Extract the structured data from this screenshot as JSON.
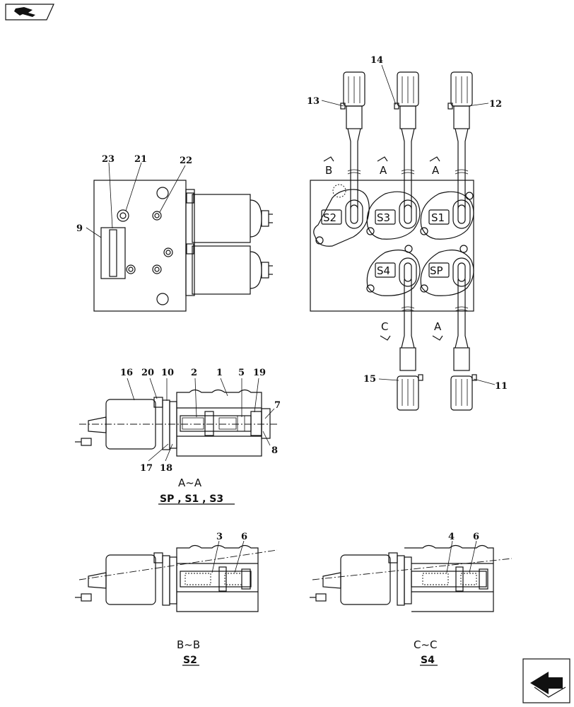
{
  "callouts": {
    "c1": "1",
    "c2": "2",
    "c3": "3",
    "c4": "4",
    "c5": "5",
    "c6": "6",
    "c7": "7",
    "c8": "8",
    "c9": "9",
    "c10": "10",
    "c11": "11",
    "c12": "12",
    "c13": "13",
    "c14": "14",
    "c15": "15",
    "c16": "16",
    "c17": "17",
    "c18": "18",
    "c19": "19",
    "c20": "20",
    "c21": "21",
    "c22": "22",
    "c23": "23"
  },
  "section_marks": {
    "b_top": "B",
    "a_top_1": "A",
    "a_top_2": "A",
    "c_bottom": "C",
    "a_bottom": "A"
  },
  "valve_labels": {
    "s2": "S2",
    "s3": "S3",
    "s1": "S1",
    "s4": "S4",
    "sp": "SP"
  },
  "views": {
    "aa_title": "A~A",
    "aa_subtitle": "SP , S1 , S3",
    "bb_title": "B~B",
    "bb_subtitle": "S2",
    "cc_title": "C~C",
    "cc_subtitle": "S4"
  },
  "icons": {
    "top_left": "book-nav-icon",
    "bottom_right": "next-page-arrow-icon"
  }
}
